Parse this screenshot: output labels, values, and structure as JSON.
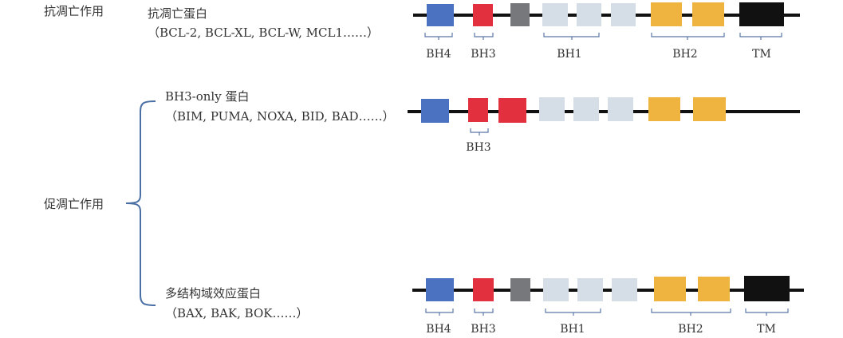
{
  "groups": {
    "anti": {
      "role": "抗凋亡作用",
      "title": "抗凋亡蛋白",
      "members": "（BCL-2, BCL-XL, BCL-W, MCL1……）",
      "domains": [
        "BH4",
        "BH3",
        "BH1",
        "BH2",
        "TM"
      ]
    },
    "pro": {
      "role": "促凋亡作用",
      "bh3only": {
        "title": "BH3-only 蛋白",
        "members": "（BIM, PUMA, NOXA, BID, BAD……）",
        "domains": [
          "BH3"
        ]
      },
      "effector": {
        "title": "多结构域效应蛋白",
        "members": "（BAX, BAK, BOK……）",
        "domains": [
          "BH4",
          "BH3",
          "BH1",
          "BH2",
          "TM"
        ]
      }
    }
  },
  "colors": {
    "bh4": "#4a72c0",
    "bh3": "#e3303f",
    "gray": "#77787b",
    "bh1": "#d5dde6",
    "bh2": "#efb440",
    "tm": "#111111",
    "brace": "#4a6fa5"
  }
}
